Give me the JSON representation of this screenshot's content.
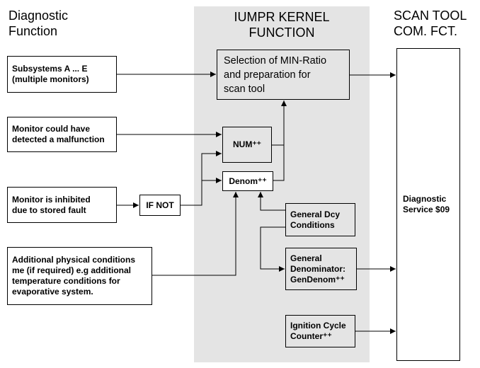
{
  "headings": {
    "diagnostic": [
      "Diagnostic",
      "Function"
    ],
    "kernel": [
      "IUMPR KERNEL",
      "FUNCTION"
    ],
    "scan_tool": [
      "SCAN TOOL",
      "COM. FCT."
    ]
  },
  "inputs": {
    "subsystems": [
      "Subsystems A ... E",
      "(multiple monitors)"
    ],
    "monitor_detect": [
      "Monitor could have",
      "detected a malfunction"
    ],
    "monitor_inhibited": [
      "Monitor is inhibited",
      "due to stored fault"
    ],
    "additional": [
      "Additional physical conditions",
      "me (if required) e.g additional",
      "temperature conditions for",
      "evaporative system."
    ]
  },
  "kernel": {
    "selection": [
      "Selection of MIN-Ratio",
      "and preparation for",
      "scan tool"
    ],
    "num": "NUM⁺⁺",
    "denom": "Denom⁺⁺",
    "if_not": "IF NOT",
    "general_dcy": [
      "General Dcy",
      "Conditions"
    ],
    "general_denom": [
      "General",
      "Denominator:",
      "GenDenom⁺⁺"
    ],
    "ignition": [
      "Ignition Cycle",
      "Counter⁺⁺"
    ]
  },
  "scan_tool": {
    "service": [
      "Diagnostic",
      "Service $09"
    ]
  }
}
